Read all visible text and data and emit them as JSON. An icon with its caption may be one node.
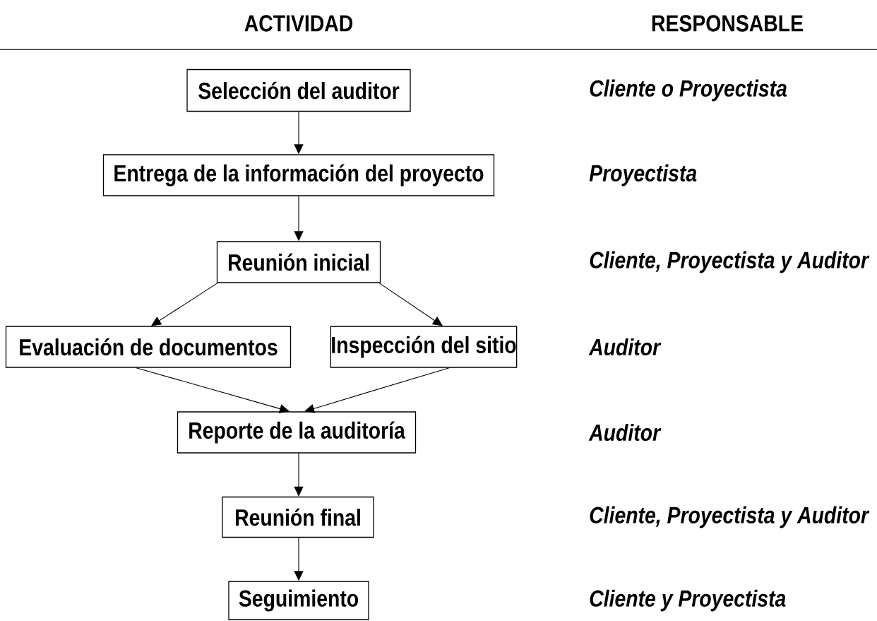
{
  "diagram": {
    "nodes": [
      {
        "text": [
          "Selección del auditor"
        ]
      },
      {
        "text": [
          "Entrega de la información del proyecto"
        ]
      },
      {
        "text": [
          "Reunión inicial"
        ]
      },
      {
        "text": [
          "Evaluación de documentos"
        ]
      },
      {
        "text": [
          "Inspección del sitio"
        ]
      },
      {
        "text": [
          "Reporte de la auditoría"
        ]
      },
      {
        "text": [
          "Reunión final"
        ]
      },
      {
        "text": [
          "Seguimiento"
        ]
      }
    ],
    "edges": [
      {
        "from": 0,
        "to": 1,
        "arrow": "to"
      },
      {
        "from": 1,
        "to": 2,
        "arrow": "to"
      },
      {
        "from": 2,
        "to": 3,
        "arrow": "to"
      },
      {
        "from": 2,
        "to": 4,
        "arrow": "to"
      },
      {
        "from": 3,
        "to": 5,
        "arrow": "to"
      },
      {
        "from": 4,
        "to": 5,
        "arrow": "to"
      },
      {
        "from": 5,
        "to": 6,
        "arrow": "to"
      },
      {
        "from": 6,
        "to": 7,
        "arrow": "to"
      }
    ],
    "labels": [
      "ACTIVIDAD",
      "RESPONSABLE",
      "Cliente o Proyectista",
      "Proyectista",
      "Cliente, Proyectista y Auditor",
      "Auditor",
      "Auditor",
      "Cliente, Proyectista y Auditor",
      "Cliente y Proyectista"
    ]
  }
}
